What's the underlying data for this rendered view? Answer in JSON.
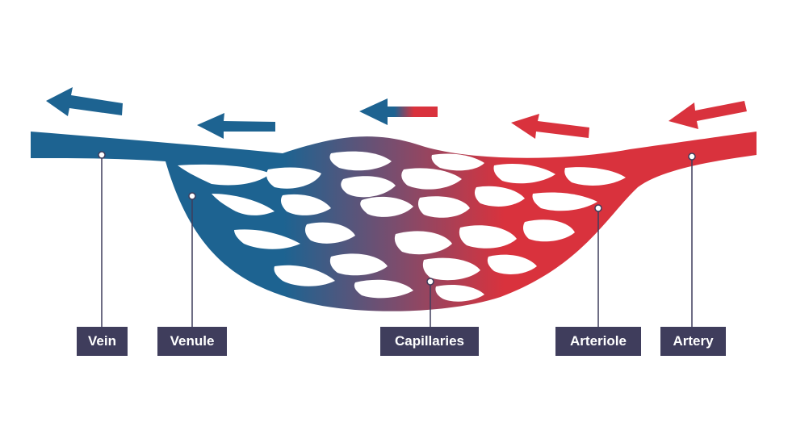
{
  "colors": {
    "vein": "#1d6391",
    "artery": "#d9323d",
    "mix": "#7a4d6e",
    "label_bg": "#3f3d5c",
    "leader": "#3f3d5c"
  },
  "labels": {
    "vein": "Vein",
    "venule": "Venule",
    "capillaries": "Capillaries",
    "arteriole": "Arteriole",
    "artery": "Artery"
  },
  "arrows": [
    {
      "name": "arrow-vein",
      "color": "vein"
    },
    {
      "name": "arrow-venule",
      "color": "vein"
    },
    {
      "name": "arrow-capillaries",
      "color": "gradient"
    },
    {
      "name": "arrow-arteriole",
      "color": "artery"
    },
    {
      "name": "arrow-artery",
      "color": "artery"
    }
  ]
}
